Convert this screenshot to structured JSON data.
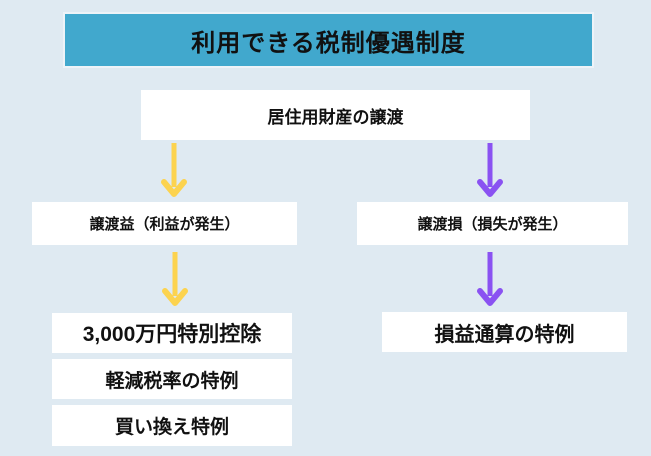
{
  "title": "利用できる税制優遇制度",
  "colors": {
    "background": "#dfeaf2",
    "title_bar": "#41a8cd",
    "node_background": "#ffffff",
    "text": "#111111",
    "gain_arrow": "#fcd34f",
    "loss_arrow": "#8a52f2"
  },
  "nodes": {
    "root": {
      "label": "居住用財産の譲渡"
    },
    "gain": {
      "label": "譲渡益（利益が発生）"
    },
    "loss": {
      "label": "譲渡損（損失が発生）"
    },
    "gain_outcomes": [
      "3,000万円特別控除",
      "軽減税率の特例",
      "買い換え特例"
    ],
    "loss_outcomes": [
      "損益通算の特例"
    ]
  }
}
